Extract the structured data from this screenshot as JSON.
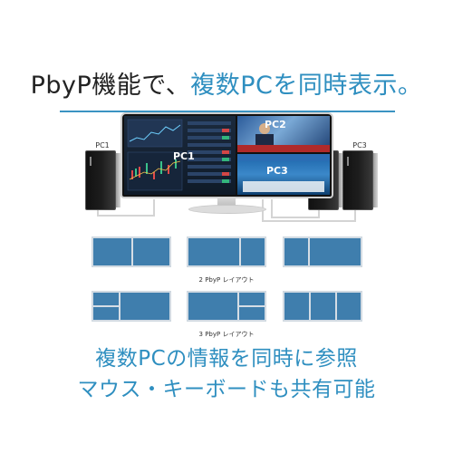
{
  "headline": {
    "part1": "PbyP機能で、",
    "part2": "複数PCを同時表示。"
  },
  "colors": {
    "accent": "#2f8fc0",
    "layout_fill": "#3f7ead"
  },
  "pcs": {
    "left_label": "PC1",
    "right_label_1": "PC2",
    "right_label_2": "PC3"
  },
  "screen": {
    "pc1": "PC1",
    "pc2": "PC2",
    "pc3": "PC3"
  },
  "layouts": {
    "caption_2": "2 PbyP レイアウト",
    "caption_3": "3 PbyP レイアウト"
  },
  "tagline": {
    "line1": "複数PCの情報を同時に参照",
    "line2": "マウス・キーボードも共有可能"
  }
}
